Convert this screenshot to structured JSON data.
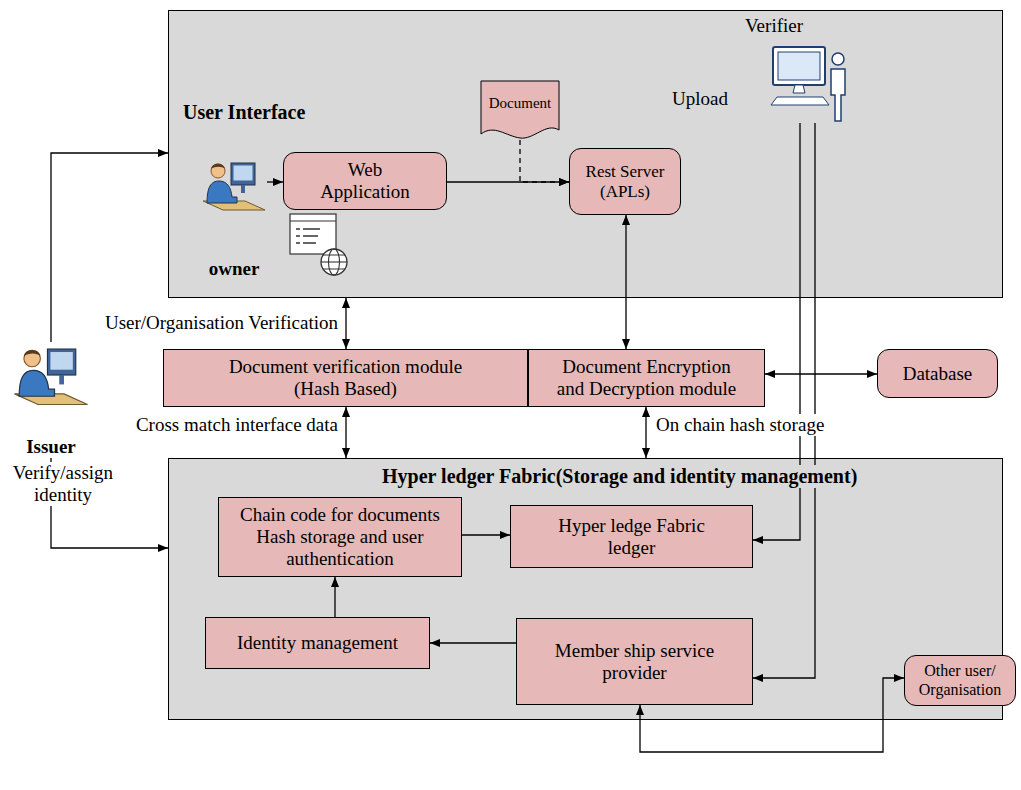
{
  "diagram": {
    "nodes": [
      {
        "text": [
          "User Interface"
        ]
      },
      {
        "text": [
          "owner"
        ],
        "in": 0
      },
      {
        "text": [
          "Web Application"
        ],
        "in": 0
      },
      {
        "text": [
          "Document"
        ],
        "in": 0
      },
      {
        "text": [
          "Rest Server (APLs)"
        ],
        "in": 0
      },
      {
        "text": [
          "Verifier"
        ],
        "in": 0
      },
      {
        "text": [
          "Issuer"
        ]
      },
      {
        "text": [
          "Document verification module (Hash Based)"
        ]
      },
      {
        "text": [
          "Document Encryption and Decryption module"
        ]
      },
      {
        "text": [
          "Database"
        ]
      },
      {
        "text": [
          "Hyper ledger Fabric(Storage and identity management)"
        ]
      },
      {
        "text": [
          "Chain code for documents Hash storage and user authentication"
        ],
        "in": 10
      },
      {
        "text": [
          "Hyper ledge Fabric ledger"
        ],
        "in": 10
      },
      {
        "text": [
          "Identity management"
        ],
        "in": 10
      },
      {
        "text": [
          "Member ship service provider"
        ],
        "in": 10
      },
      {
        "text": [
          "Other user/ Organisation"
        ]
      }
    ],
    "edges": [
      {
        "from": 6,
        "to": 0,
        "arrow": "to"
      },
      {
        "from": 6,
        "to": 10,
        "label": "Verify/assign identity",
        "arrow": "to"
      },
      {
        "from": 1,
        "to": 2,
        "arrow": "to"
      },
      {
        "from": 2,
        "to": 4,
        "arrow": "to"
      },
      {
        "from": 3,
        "to": 4,
        "arrow": "to"
      },
      {
        "from": 4,
        "to": 8,
        "arrow": "both"
      },
      {
        "from": 0,
        "to": 7,
        "label": "User/Organisation Verification",
        "arrow": "both"
      },
      {
        "from": 7,
        "to": 10,
        "label": "Cross match interface data",
        "arrow": "both"
      },
      {
        "from": 8,
        "to": 10,
        "label": "On chain hash storage",
        "arrow": "both"
      },
      {
        "from": 8,
        "to": 9,
        "arrow": "both"
      },
      {
        "from": 11,
        "to": 12,
        "arrow": "to"
      },
      {
        "from": 13,
        "to": 11,
        "arrow": "to"
      },
      {
        "from": 14,
        "to": 13,
        "arrow": "to"
      },
      {
        "from": 5,
        "to": 12,
        "arrow": "to"
      },
      {
        "from": 5,
        "to": 14,
        "arrow": "to"
      },
      {
        "from": 14,
        "to": 15,
        "arrow": "both"
      }
    ],
    "labels": [
      "Upload"
    ]
  }
}
